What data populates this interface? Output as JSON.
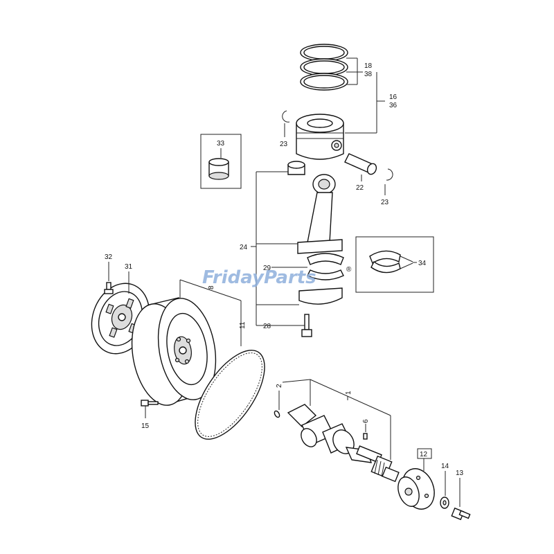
{
  "labels": {
    "p1": "1",
    "p2": "2",
    "p6": "6",
    "p8": "8",
    "p11": "11",
    "p12": "12",
    "p13": "13",
    "p14": "14",
    "p15": "15",
    "p16": "16",
    "p36": "36",
    "p18": "18",
    "p38": "38",
    "p22": "22",
    "p23a": "23",
    "p23b": "23",
    "p24": "24",
    "p28": "28",
    "p29": "29",
    "p31": "31",
    "p32": "32",
    "p33": "33",
    "p34": "34"
  },
  "watermark": {
    "brand": "FridayParts",
    "mark": "®"
  },
  "colors": {
    "line": "#222222",
    "watermark": "#8fb0dc"
  }
}
